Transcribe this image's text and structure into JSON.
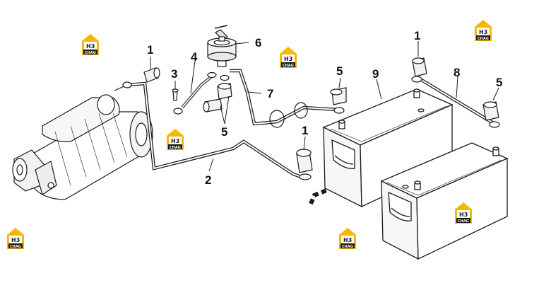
{
  "diagram": {
    "callouts": {
      "c1_terminal_left": "1",
      "c3": "3",
      "c4": "4",
      "c6": "6",
      "c5_center": "5",
      "c7": "7",
      "c2": "2",
      "c5_battery_top": "5",
      "c9": "9",
      "c1_top_right": "1",
      "c8": "8",
      "c5_right": "5",
      "c1_center": "1"
    }
  },
  "watermark": {
    "logo_mark": "H3",
    "logo_word": "CHAG",
    "colors": {
      "gold": "#f5b800",
      "dark": "#1a1a1a"
    }
  },
  "colors": {
    "line": "#1a1a1a",
    "fill": "#ffffff",
    "shade": "#e4e4e4"
  }
}
